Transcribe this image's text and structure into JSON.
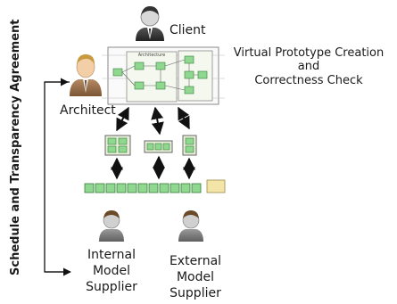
{
  "labels": {
    "client": "Client",
    "architect": "Architect",
    "vertical_agreement": "Schedule and Transparency Agreement",
    "prototype_line1": "Virtual Prototype Creation",
    "prototype_line2": "and",
    "prototype_line3": "Correctness Check",
    "internal_line1": "Internal",
    "internal_line2": "Model",
    "internal_line3": "Supplier",
    "external_line1": "External",
    "external_line2": "Model",
    "external_line3": "Supplier",
    "architecture_box": "Architecture"
  },
  "colors": {
    "block_green": "#8fd88f",
    "block_border": "#3a7a3a",
    "module_fill": "#e9f0da",
    "chain_fill": "#f3e4a8",
    "arrow": "#111111",
    "text": "#1a1a1a"
  }
}
